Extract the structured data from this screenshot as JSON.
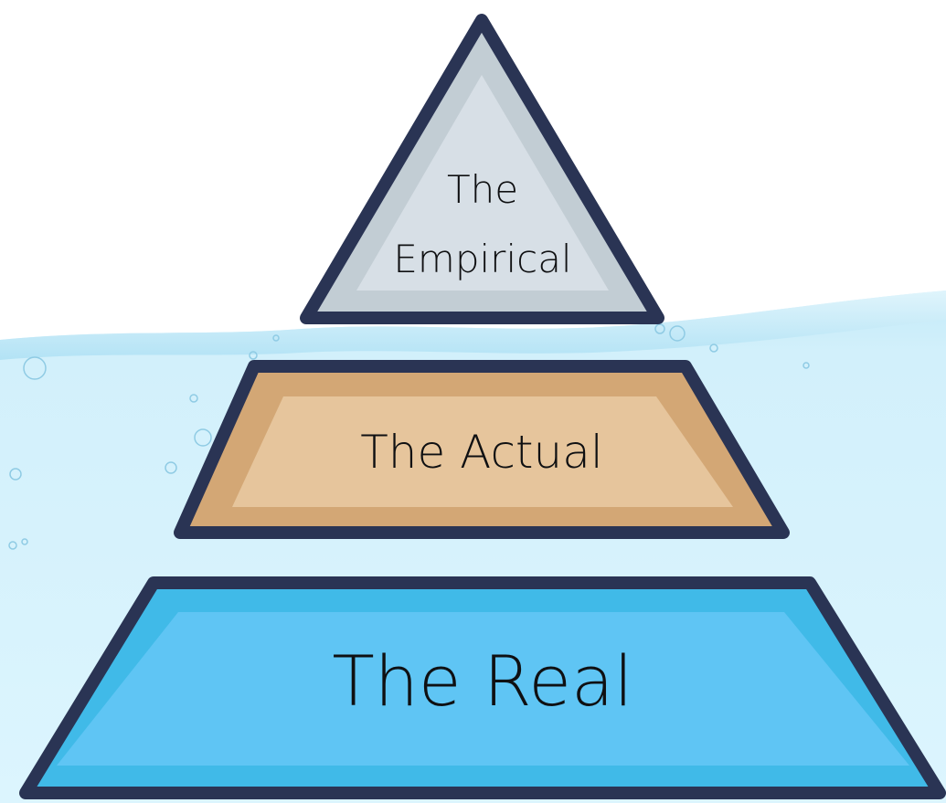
{
  "layers": [
    {
      "id": "empirical",
      "lines": [
        "The",
        "Empirical"
      ],
      "fill": "#c2cdd4",
      "inner_fill": "#d7dfe6",
      "position": "above water"
    },
    {
      "id": "actual",
      "lines": [
        "The Actual"
      ],
      "fill": "#d3a775",
      "inner_fill": "#e6c59c",
      "position": "below water"
    },
    {
      "id": "real",
      "lines": [
        "The Real"
      ],
      "fill": "#40bae8",
      "inner_fill": "#5fc5f4",
      "position": "below water"
    }
  ],
  "colors": {
    "outline": "#2a3454",
    "water_top": "#cdeefa",
    "water_bottom": "#d9f4fd",
    "water_surface": "#9fdcf2",
    "sky": "#ffffff"
  }
}
